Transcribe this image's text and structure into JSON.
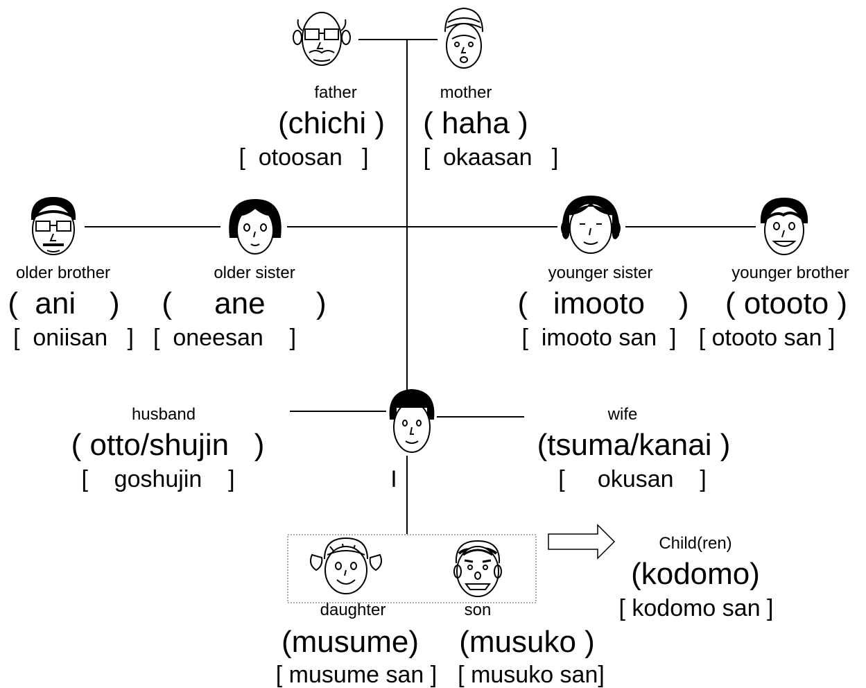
{
  "colors": {
    "ink": "#000000",
    "background": "#ffffff"
  },
  "people": {
    "father": {
      "english": "father",
      "plain": "(chichi )",
      "polite": "[  otoosan   ]",
      "icon": "grandfather-face-icon"
    },
    "mother": {
      "english": "mother",
      "plain": "( haha )",
      "polite": "[  okaasan   ]",
      "icon": "grandmother-face-icon"
    },
    "older_brother": {
      "english": "older brother",
      "plain": "(  ani    )",
      "polite": "[  oniisan   ]",
      "icon": "older-brother-face-icon"
    },
    "older_sister": {
      "english": "older sister",
      "plain": "(     ane      )",
      "polite": "[  oneesan    ]",
      "icon": "older-sister-face-icon"
    },
    "younger_sister": {
      "english": "younger sister",
      "plain": "(   imooto    )",
      "polite": "[  imooto san  ]",
      "icon": "younger-sister-face-icon"
    },
    "younger_brother": {
      "english": "younger brother",
      "plain": "( otooto )",
      "polite": "[ otooto san ]",
      "icon": "younger-brother-face-icon"
    },
    "husband": {
      "english": "husband",
      "plain": "( otto/shujin   )",
      "polite": "[    goshujin    ]",
      "icon": ""
    },
    "self": {
      "english": "I",
      "icon": "self-face-icon"
    },
    "wife": {
      "english": "wife",
      "plain": "(tsuma/kanai )",
      "polite": "[     okusan    ]",
      "icon": ""
    },
    "daughter": {
      "english": "daughter",
      "plain": "(musume)",
      "polite": "[ musume san ]",
      "icon": "daughter-face-icon"
    },
    "son": {
      "english": "son",
      "plain": "(musuko )",
      "polite": "[ musuko san]",
      "icon": "son-face-icon"
    },
    "children": {
      "english": "Child(ren)",
      "plain": "(kodomo)",
      "polite": "[ kodomo san ]",
      "icon": "arrow-right-icon"
    }
  }
}
